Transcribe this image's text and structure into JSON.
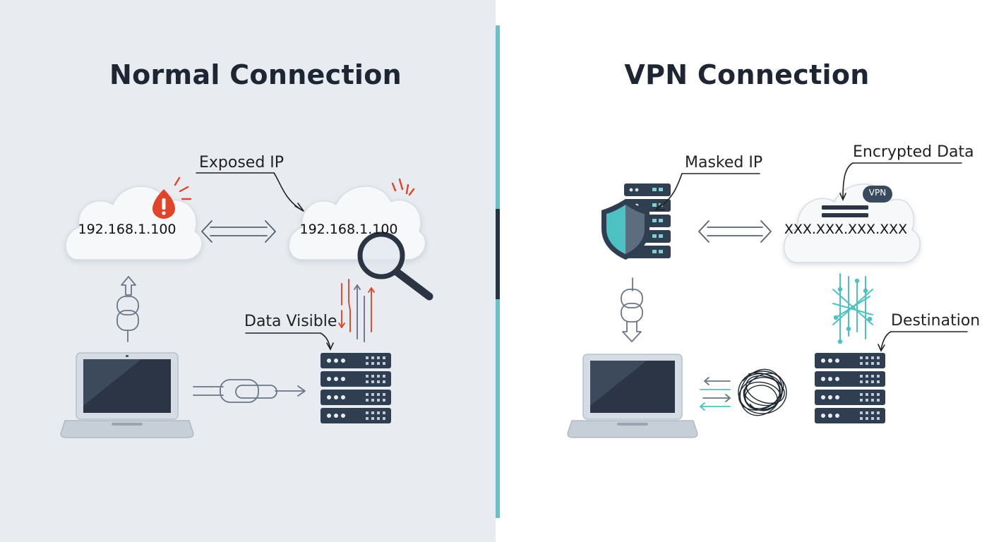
{
  "left_panel": {
    "title": "Normal Connection",
    "exposed_ip_label": "Exposed IP",
    "data_visible_label": "Data Visible",
    "client_ip": "192.168.1.100",
    "server_ip": "192.168.1.100"
  },
  "right_panel": {
    "title": "VPN Connection",
    "masked_ip_label": "Masked IP",
    "encrypted_data_label": "Encrypted Data",
    "destination_label": "Destination",
    "masked_ip_value": "XXX.XXX.XXX.XXX",
    "vpn_badge": "VPN"
  },
  "colors": {
    "left_background": "#e8ecf0",
    "right_background": "#ffffff",
    "accent_teal": "#6cbfc4",
    "dark_navy": "#2f3e50",
    "alert_red": "#e0452b"
  },
  "icons": [
    "cloud-icon",
    "warning-icon",
    "magnifier-icon",
    "laptop-icon",
    "server-icon",
    "shield-icon",
    "chain-link-icon",
    "bidirectional-arrow-icon",
    "scribble-icon",
    "network-mesh-icon"
  ]
}
